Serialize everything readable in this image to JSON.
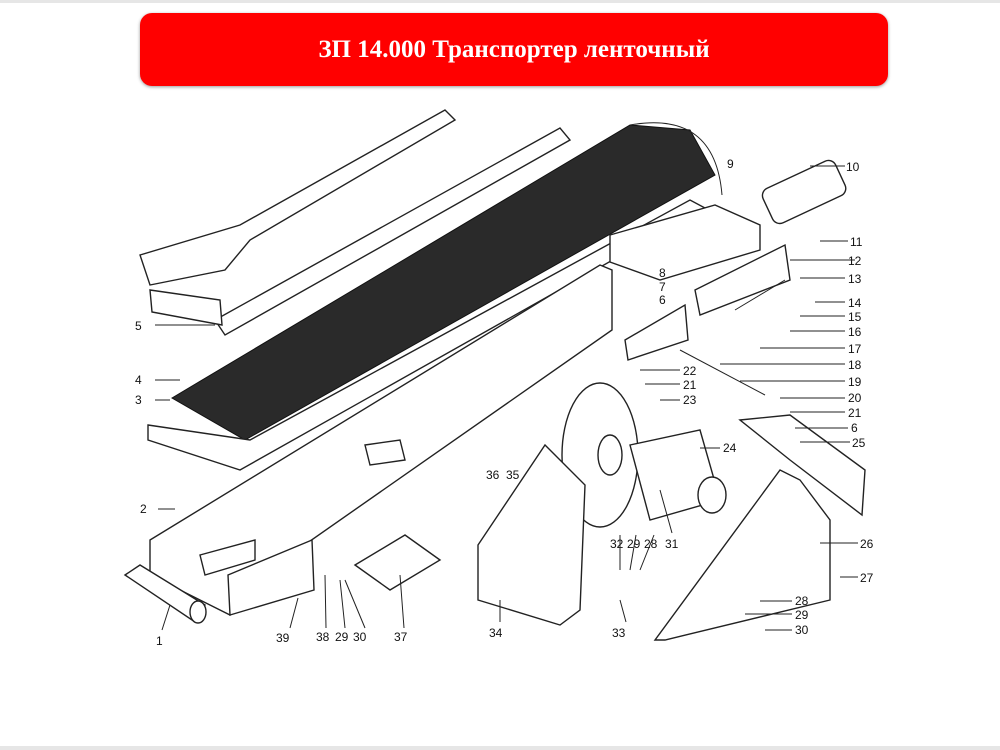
{
  "title": "ЗП 14.000 Транспортер ленточный",
  "colors": {
    "banner": "#ff0000",
    "banner_text": "#ffffff"
  },
  "labels": [
    "10",
    "11",
    "9",
    "12",
    "13",
    "14",
    "15",
    "16",
    "17",
    "18",
    "19",
    "20",
    "21",
    "6",
    "25",
    "22",
    "21",
    "23",
    "24",
    "26",
    "27",
    "28",
    "29",
    "30",
    "8",
    "7",
    "6",
    "5",
    "4",
    "3",
    "2",
    "1",
    "39",
    "38",
    "29",
    "30",
    "37",
    "34",
    "33",
    "31",
    "32",
    "29",
    "28",
    "36",
    "35"
  ]
}
